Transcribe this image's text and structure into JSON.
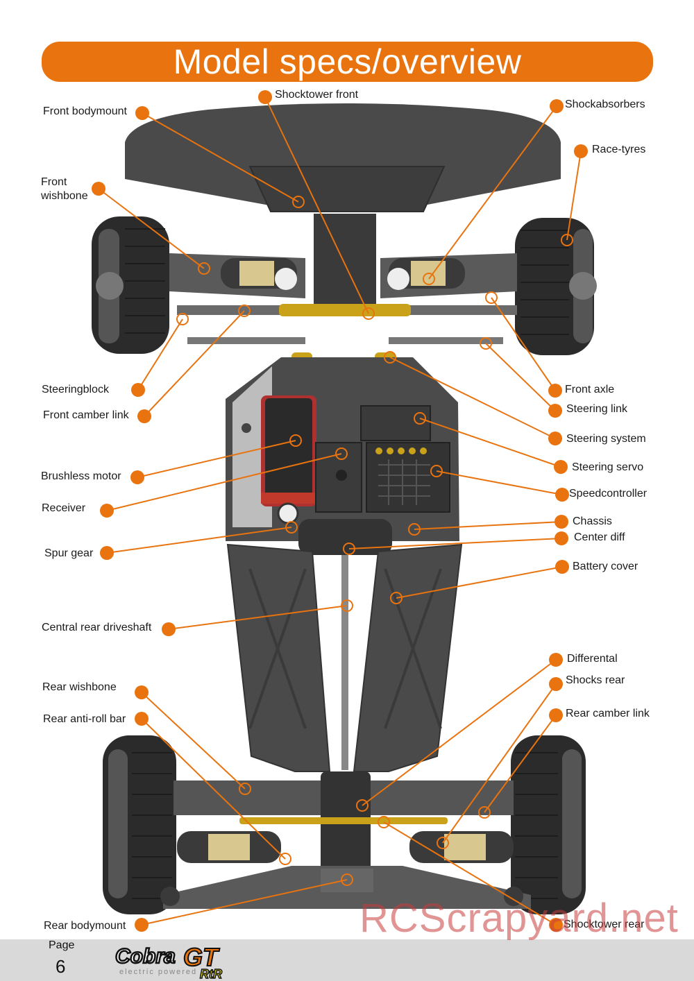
{
  "header": {
    "title": "Model specs/overview"
  },
  "colors": {
    "accent": "#e8730f",
    "chassis": "#4a4a4a",
    "gold": "#c9a21a",
    "motor": "#c0392b"
  },
  "labels": {
    "shocktower_front": "Shocktower front",
    "front_bodymount": "Front bodymount",
    "shockabsorbers": "Shockabsorbers",
    "race_tyres": "Race-tyres",
    "front_wishbone": "Front wishbone",
    "steeringblock": "Steeringblock",
    "front_camber_link": "Front camber link",
    "front_axle": "Front axle",
    "steering_link": "Steering link",
    "steering_system": "Steering system",
    "steering_servo": "Steering servo",
    "brushless_motor": "Brushless motor",
    "speedcontroller": "Speedcontroller",
    "receiver": "Receiver",
    "chassis": "Chassis",
    "center_diff": "Center diff",
    "spur_gear": "Spur gear",
    "battery_cover": "Battery cover",
    "central_rear_driveshaft": "Central rear driveshaft",
    "differental": "Differental",
    "rear_wishbone": "Rear wishbone",
    "shocks_rear": "Shocks rear",
    "rear_anti_roll_bar": "Rear anti-roll bar",
    "rear_camber_link": "Rear camber link",
    "rear_bodymount": "Rear bodymount",
    "shocktower_rear": "Shocktower rear"
  },
  "footer": {
    "page_label": "Page",
    "page_number": "6",
    "logo_text": "Cobra",
    "logo_badge": "GT",
    "logo_suffix": "RtR",
    "logo_tagline": "electric powered"
  },
  "watermark": "RCScrapyard.net"
}
